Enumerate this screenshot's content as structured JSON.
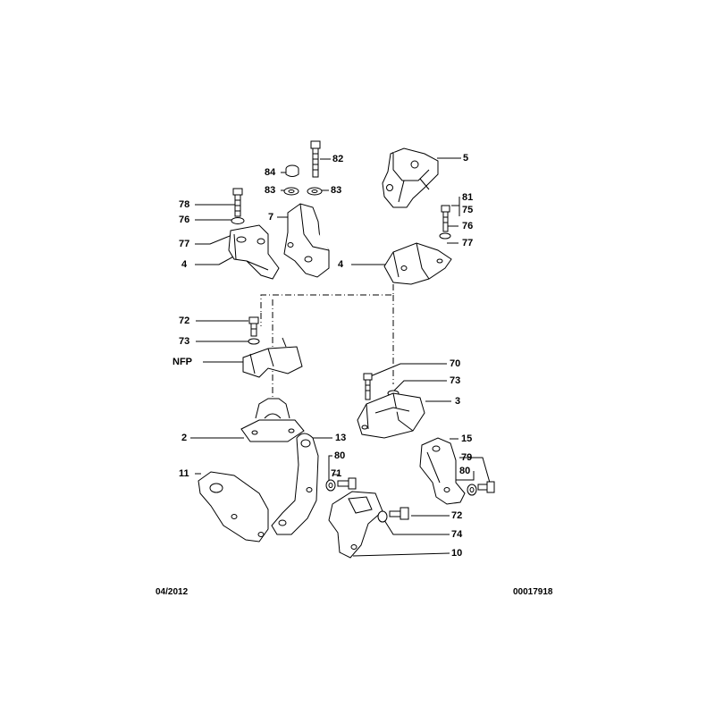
{
  "diagram": {
    "callouts": {
      "c5": "5",
      "c82": "82",
      "c84": "84",
      "c83a": "83",
      "c83b": "83",
      "c78": "78",
      "c76a": "76",
      "c7": "7",
      "c77a": "77",
      "c4a": "4",
      "c81": "81",
      "c75": "75",
      "c76b": "76",
      "c77b": "77",
      "c4b": "4",
      "c72a": "72",
      "c73a": "73",
      "cNFP": "NFP",
      "c70": "70",
      "c73b": "73",
      "c3": "3",
      "c2": "2",
      "c13": "13",
      "c15": "15",
      "c80a": "80",
      "c79": "79",
      "c71": "71",
      "c80b": "80",
      "c11": "11",
      "c72b": "72",
      "c74": "74",
      "c10": "10"
    },
    "footer": {
      "date": "04/2012",
      "code": "00017918"
    },
    "colors": {
      "line": "#000000",
      "fill": "#ffffff",
      "shade": "#d9d9d9"
    }
  }
}
